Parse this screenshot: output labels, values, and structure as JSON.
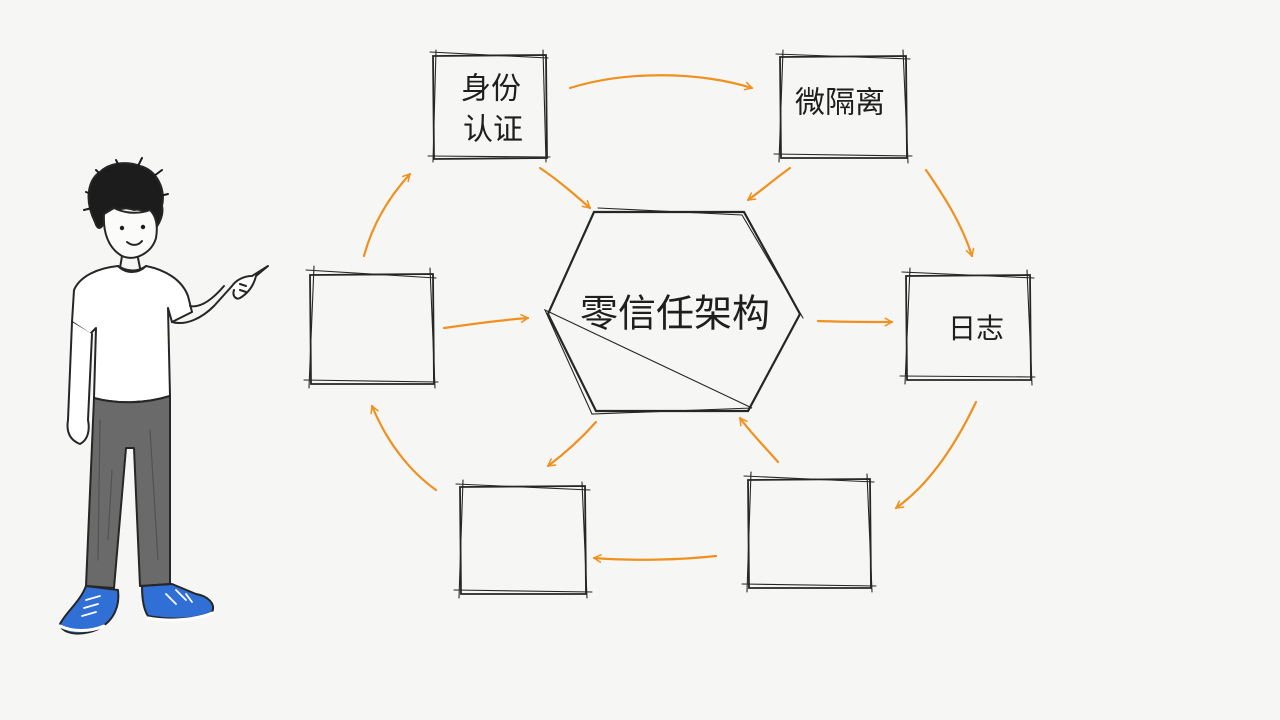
{
  "diagram": {
    "center": {
      "label": "零信任架构"
    },
    "nodes": [
      {
        "id": "identity",
        "lines": [
          "身份",
          "认证"
        ]
      },
      {
        "id": "micro",
        "lines": [
          "微隔离"
        ]
      },
      {
        "id": "log",
        "lines": [
          "日志"
        ]
      },
      {
        "id": "bottom-right",
        "lines": []
      },
      {
        "id": "bottom-left",
        "lines": []
      },
      {
        "id": "left",
        "lines": []
      }
    ],
    "colors": {
      "arrow": "#f0901e",
      "ink": "#262626",
      "background": "#f6f6f4",
      "shoe": "#2f6fd6",
      "pants": "#6a6a6a"
    }
  },
  "figure": {
    "icon": "pointing-person-icon"
  }
}
